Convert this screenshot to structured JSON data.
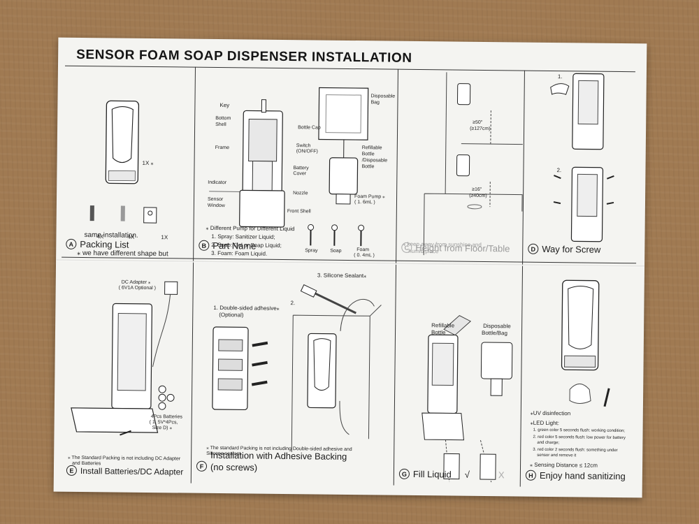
{
  "title": "SENSOR FOAM SOAP DISPENSER INSTALLATION",
  "panels": {
    "a": {
      "letter": "A",
      "caption": "Packing List",
      "qty_dispenser": "1X ⁎",
      "qty_screws": "4X",
      "qty_anchors": "4X",
      "qty_key": "1X",
      "note_line1": "⁎ we have different shape but",
      "note_line2": "same installation."
    },
    "b": {
      "letter": "B",
      "caption": "Part Name",
      "labels": {
        "key": "Key",
        "bottom_shell": "Bottom",
        "bottom_shell2": "Shell",
        "frame": "Frame",
        "indicator": "Indicator",
        "sensor": "Sensor",
        "sensor2": "Window",
        "front_shell": "Front Shell",
        "nozzle": "Nozzle",
        "battery": "Battery",
        "battery2": "Cover",
        "switch": "Switch",
        "switch2": "(ON/OFF)",
        "bottle_cap": "Bottle Cap",
        "disposable": "Disposable",
        "disposable2": "Bag",
        "refillable": "Refillable",
        "refillable2": "Bottle",
        "refillable3": "/Disposable",
        "refillable4": "Bottle",
        "foam_pump": "Foam Pump ⁎",
        "foam_pump2": "( 1. 6mL )",
        "spray": "Spray",
        "soap": "Soap",
        "foam": "Foam",
        "foam2": "( 0. 4mL )"
      },
      "pump_note1": "⁎ Different Pump for Different Liquid",
      "pump_note2": "1. Spray: Sanitizer Liquid;",
      "pump_note3": "2. Soap: Gel or Soap Liquid;",
      "pump_note4": "3. Foam: Foam Liquid."
    },
    "c": {
      "letter": "C",
      "caption": "Height from Floor/Table",
      "h1": "≥50\"",
      "h1b": "(≥127cm)",
      "h2": "≥16\"",
      "h2b": "(≥40cm)",
      "note1": "⁎ keep away from sunshine and",
      "note2": "humid place"
    },
    "d": {
      "letter": "D",
      "caption": "Way for Screw",
      "step1": "1.",
      "step2": "2."
    },
    "e": {
      "letter": "E",
      "caption": "Install Batteries/DC Adapter",
      "adapter1": "DC Adapter ⁎",
      "adapter2": "( 6V1A Optional )",
      "batt1": "4Pcs Batteries",
      "batt2": "( 1. 5V*4Pcs,",
      "batt3": "Size D) ⁎",
      "note1": "⁎ The Standard Packing is not including DC Adapter",
      "note2": "and Batteries"
    },
    "f": {
      "letter": "F",
      "caption": "Installation with Adhesive Backing",
      "caption2": "(no screws)",
      "step1a": "1. Double-sided adhesive⁎",
      "step1b": "(Optional)",
      "step2": "2.",
      "step3": "3. Silicone Sealant⁎",
      "note1": "⁎ The standard Packing is not including Double-sided adhesive and",
      "note2": "Silicone sealant"
    },
    "g": {
      "letter": "G",
      "caption": "Fill Liquid",
      "left1": "Refillable",
      "left2": "Bottle",
      "right1": "Disposable",
      "right2": "Bottle/Bag",
      "ok": "√",
      "no": "X"
    },
    "h": {
      "letter": "H",
      "caption": "Enjoy hand sanitizing",
      "uv": "⁎UV disinfection",
      "led": "⁎LED Light:",
      "l1": "1. green color 5 seconds flush: working condition;",
      "l2": "2. red color 5 seconds flush: low power for battery",
      "l2b": "and charge;",
      "l3": "3. red color 2 seconds flush: something under",
      "l3b": "sensor and remove it",
      "sensing": "⁎ Sensing Distance ≤ 12cm"
    }
  }
}
